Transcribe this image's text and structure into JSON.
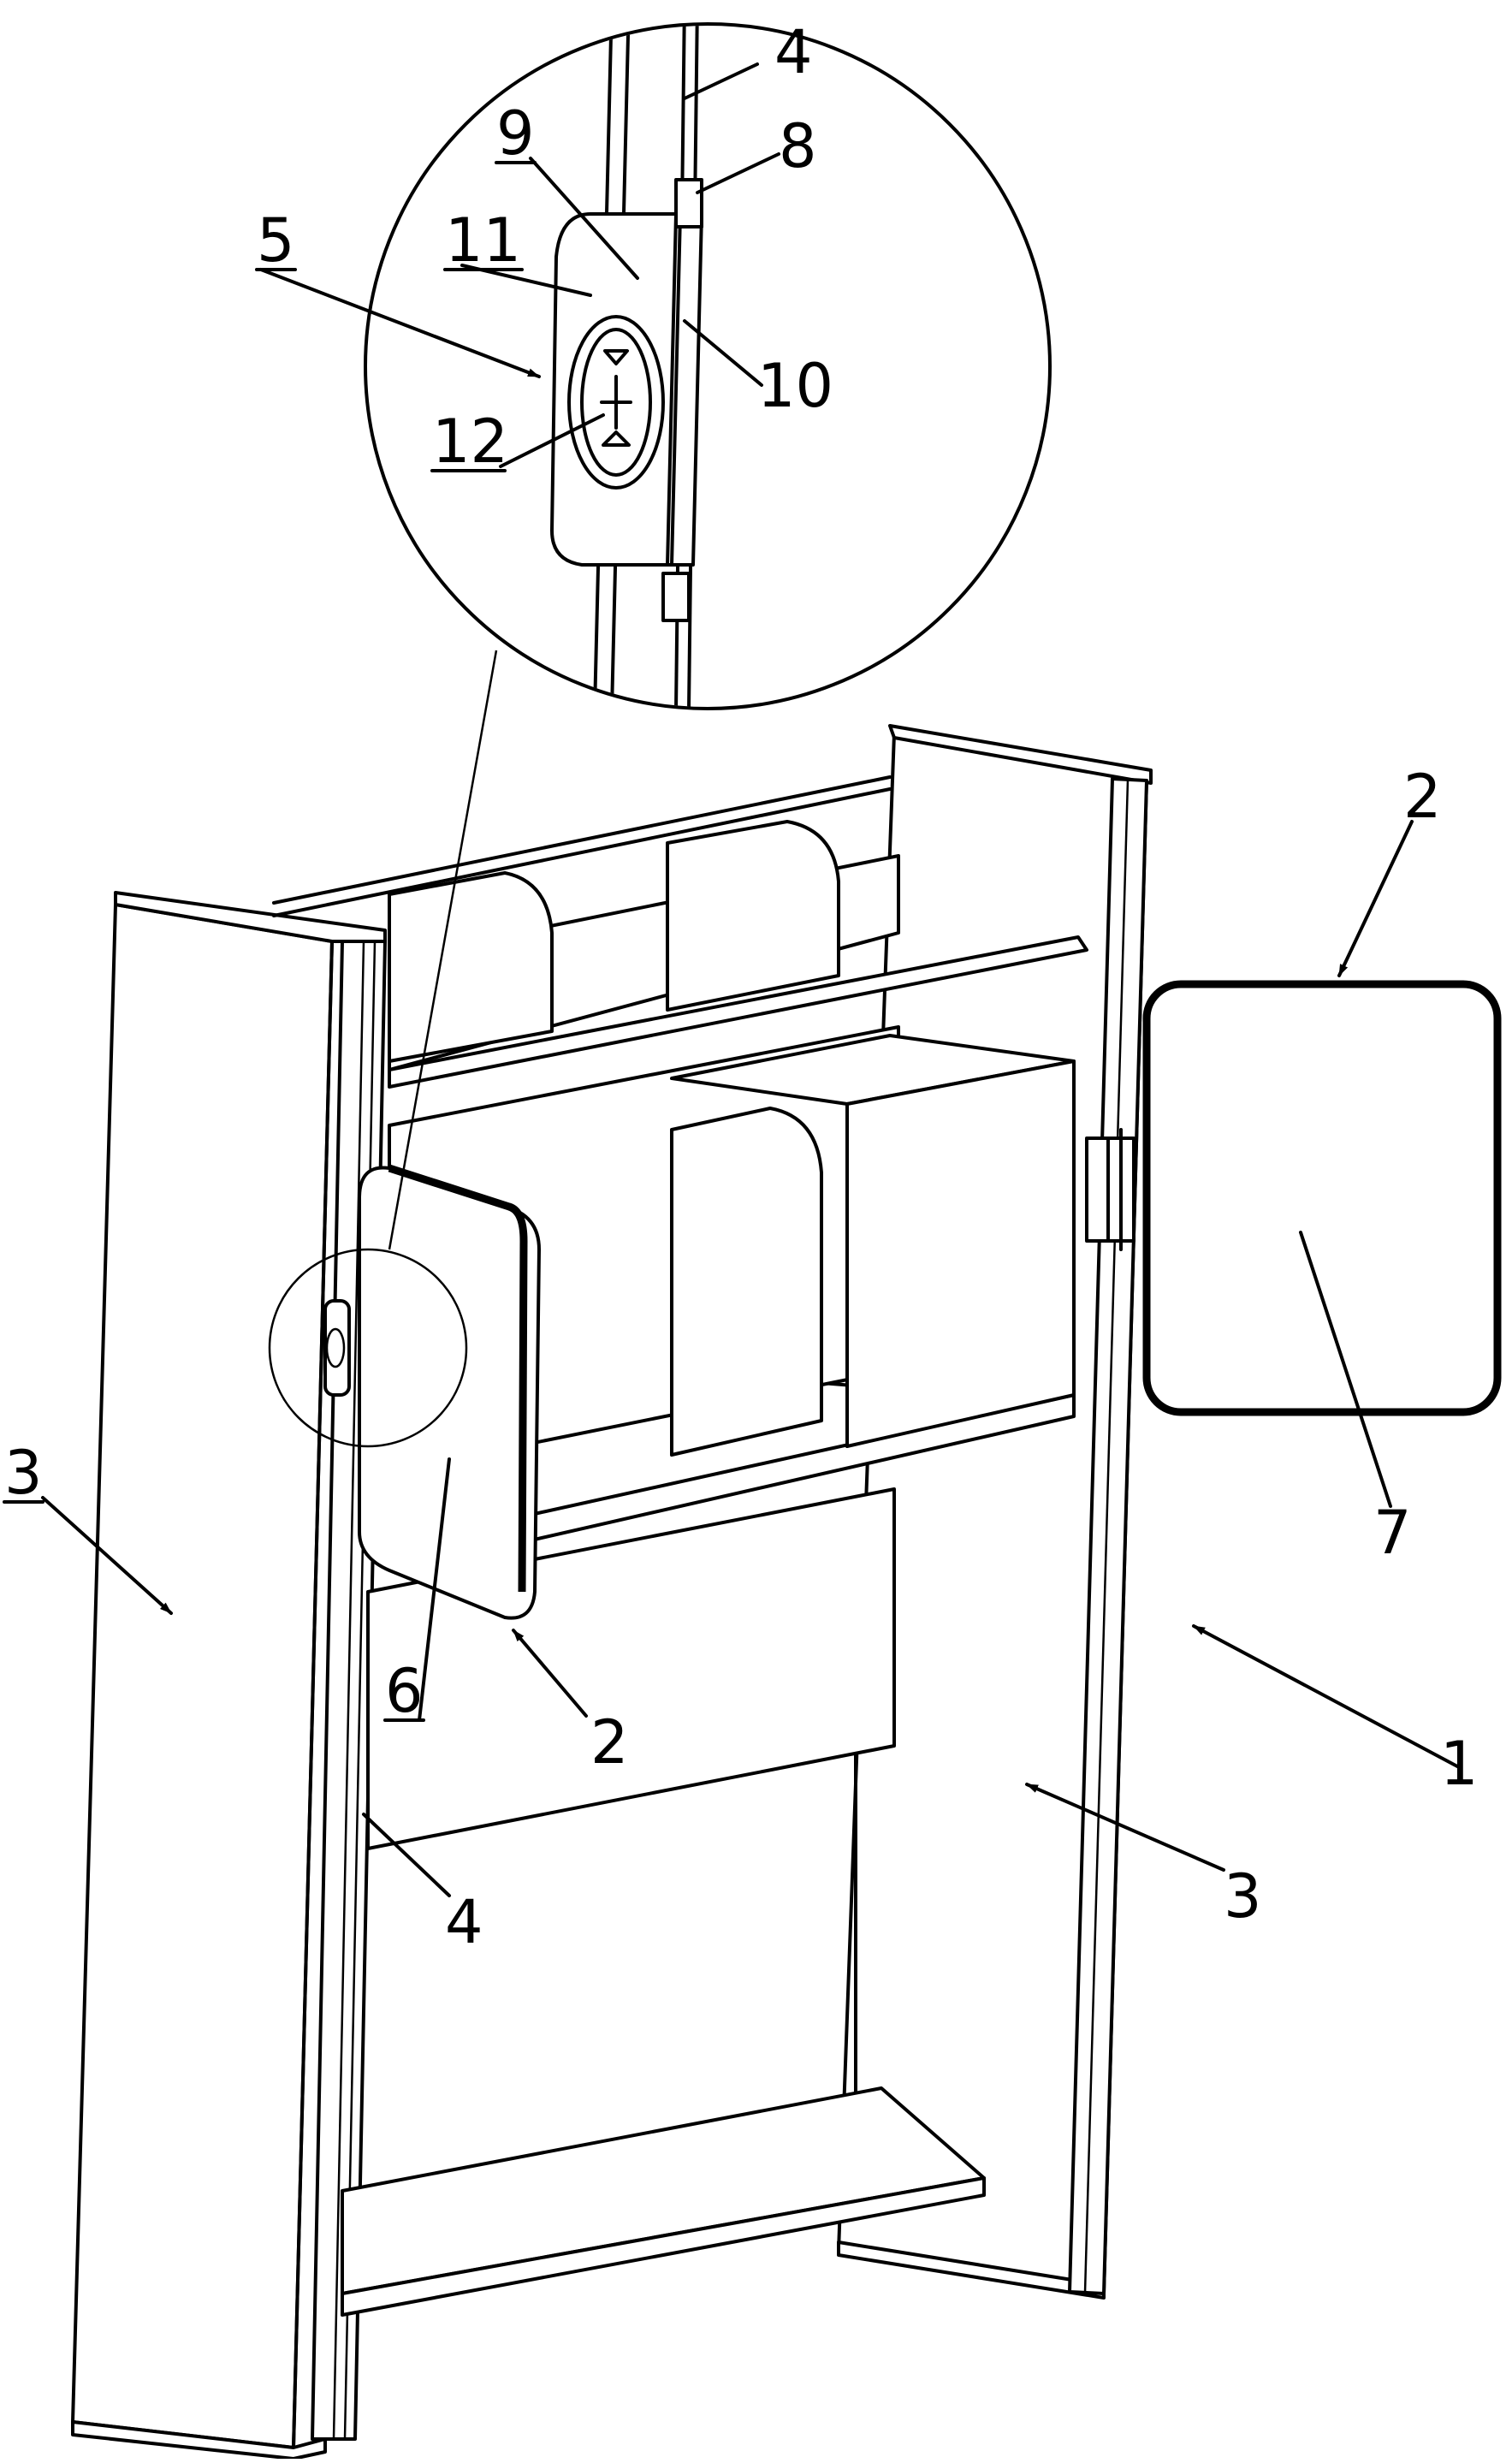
{
  "figure": {
    "labels": [
      {
        "id": "1",
        "text": "1",
        "underline": false
      },
      {
        "id": "2-right",
        "text": "2",
        "underline": false
      },
      {
        "id": "2-bottom",
        "text": "2",
        "underline": false
      },
      {
        "id": "3-left",
        "text": "3",
        "underline": true
      },
      {
        "id": "3-right",
        "text": "3",
        "underline": false
      },
      {
        "id": "4-top",
        "text": "4",
        "underline": false
      },
      {
        "id": "4-bottom",
        "text": "4",
        "underline": false
      },
      {
        "id": "5",
        "text": "5",
        "underline": true
      },
      {
        "id": "6",
        "text": "6",
        "underline": true
      },
      {
        "id": "7",
        "text": "7",
        "underline": false
      },
      {
        "id": "8",
        "text": "8",
        "underline": false
      },
      {
        "id": "9",
        "text": "9",
        "underline": true
      },
      {
        "id": "10",
        "text": "10",
        "underline": false
      },
      {
        "id": "11",
        "text": "11",
        "underline": true
      },
      {
        "id": "12",
        "text": "12",
        "underline": true
      }
    ]
  }
}
